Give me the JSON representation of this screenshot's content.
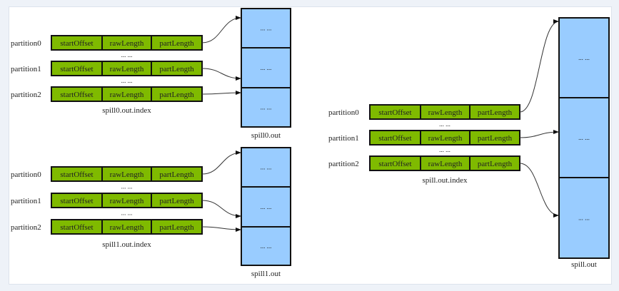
{
  "colors": {
    "index_cell": "#7fba00",
    "data_block": "#99ccff"
  },
  "groups": [
    {
      "index_caption": "spill0.out.index",
      "file_caption": "spill0.out",
      "rows": [
        {
          "label": "partition0",
          "cells": [
            "startOffset",
            "rawLength",
            "partLength"
          ]
        },
        {
          "label": "partition1",
          "cells": [
            "startOffset",
            "rawLength",
            "partLength"
          ]
        },
        {
          "label": "partition2",
          "cells": [
            "startOffset",
            "rawLength",
            "partLength"
          ]
        }
      ],
      "gaps": [
        "... ...",
        "... ..."
      ],
      "blocks": [
        "... ...",
        "... ...",
        "... ..."
      ]
    },
    {
      "index_caption": "spill1.out.index",
      "file_caption": "spill1.out",
      "rows": [
        {
          "label": "partition0",
          "cells": [
            "startOffset",
            "rawLength",
            "partLength"
          ]
        },
        {
          "label": "partition1",
          "cells": [
            "startOffset",
            "rawLength",
            "partLength"
          ]
        },
        {
          "label": "partition2",
          "cells": [
            "startOffset",
            "rawLength",
            "partLength"
          ]
        }
      ],
      "gaps": [
        "... ...",
        "... ..."
      ],
      "blocks": [
        "... ...",
        "... ...",
        "... ..."
      ]
    },
    {
      "index_caption": "spill.out.index",
      "file_caption": "spill.out",
      "rows": [
        {
          "label": "partition0",
          "cells": [
            "startOffset",
            "rawLength",
            "partLength"
          ]
        },
        {
          "label": "partition1",
          "cells": [
            "startOffset",
            "rawLength",
            "partLength"
          ]
        },
        {
          "label": "partition2",
          "cells": [
            "startOffset",
            "rawLength",
            "partLength"
          ]
        }
      ],
      "gaps": [
        "... ...",
        "... ..."
      ],
      "blocks": [
        "... ...",
        "... ...",
        "... ..."
      ]
    }
  ]
}
